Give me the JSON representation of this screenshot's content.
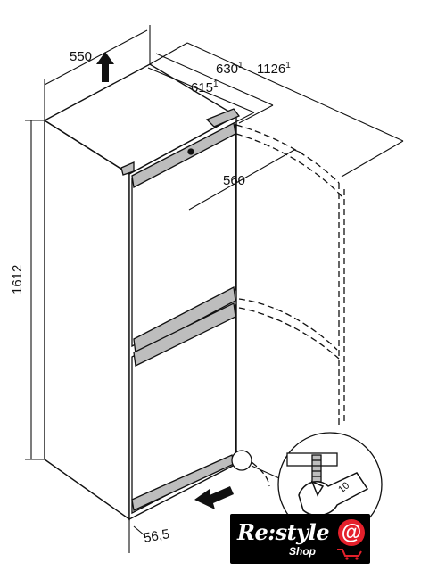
{
  "dimensions": {
    "width": "550",
    "height": "1612",
    "depth_handle": "630",
    "depth_handle_note": "1",
    "depth_body": "615",
    "depth_body_note": "1",
    "depth_door_open": "1126",
    "depth_door_open_note": "1",
    "niche_depth": "560",
    "foot_offset": "56,5"
  },
  "logo": {
    "brand_main": "Re:style",
    "brand_sub": "Shop",
    "at_symbol": "@"
  },
  "icons": {
    "up_arrow": "up-arrow-icon",
    "left_arrow": "left-arrow-icon",
    "wrench": "wrench-icon",
    "cart": "cart-icon"
  },
  "colors": {
    "line": "#111111",
    "door_shade": "#bdbdbd",
    "logo_bg": "#000000",
    "logo_accent": "#e4202b"
  }
}
